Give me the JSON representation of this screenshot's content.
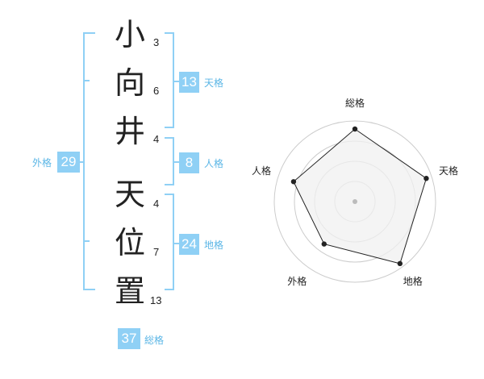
{
  "name": {
    "chars": [
      "小",
      "向",
      "井",
      "天",
      "位",
      "置"
    ],
    "strokes": [
      "3",
      "6",
      "4",
      "4",
      "7",
      "13"
    ]
  },
  "kaku": {
    "tenkaku": {
      "value": "13",
      "label": "天格"
    },
    "jinkaku": {
      "value": "8",
      "label": "人格"
    },
    "chikaku": {
      "value": "24",
      "label": "地格"
    },
    "gaikaku": {
      "value": "29",
      "label": "外格"
    },
    "soukaku": {
      "value": "37",
      "label": "総格"
    }
  },
  "radar": {
    "axes": [
      "総格",
      "天格",
      "地格",
      "外格",
      "人格"
    ],
    "values": [
      0.9,
      0.93,
      0.95,
      0.65,
      0.8
    ],
    "rings": 4,
    "line_color": "#222222",
    "fill_color": "#f0f0f0",
    "ring_color": "#cccccc"
  },
  "colors": {
    "accent": "#8fd0f5",
    "accent_text": "#5bb6e6"
  }
}
